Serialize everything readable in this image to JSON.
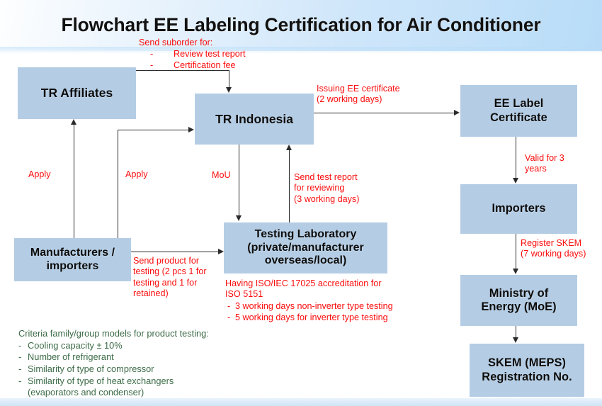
{
  "header": {
    "title": "Flowchart EE Labeling Certification for Air Conditioner"
  },
  "nodes": {
    "tr_affiliates": "TR Affiliates",
    "tr_indonesia": "TR Indonesia",
    "ee_label_certificate": "EE Label\nCertificate",
    "importers": "Importers",
    "ministry_of_energy": "Ministry of\nEnergy (MoE)",
    "skem_registration": "SKEM (MEPS)\nRegistration No.",
    "manufacturers": "Manufacturers /\nimporters",
    "testing_laboratory": "Testing Laboratory\n(private/manufacturer\noverseas/local)"
  },
  "annotations": {
    "send_suborder_title": "Send suborder for:",
    "send_suborder_items": [
      "Review test report",
      "Certification fee"
    ],
    "issuing_certificate": "Issuing EE certificate\n(2 working days)",
    "valid_for": "Valid for 3\nyears",
    "register_skem": "Register SKEM\n(7 working days)",
    "apply_left": "Apply",
    "apply_right": "Apply",
    "mou": "MoU",
    "send_test_report": "Send test report\nfor reviewing\n(3 working days)",
    "send_product": "Send product for\ntesting (2 pcs 1 for\ntesting and 1 for\nretained)",
    "lab_accreditation_title": "Having ISO/IEC 17025 accreditation for\nISO 5151",
    "lab_accreditation_items": [
      "3 working days non-inverter type testing",
      "5 working days for inverter type testing"
    ],
    "criteria_title": "Criteria family/group models for product testing:",
    "criteria_items": [
      "Cooling capacity ± 10%",
      "Number of refrigerant",
      "Similarity of type of compressor",
      "Similarity of type of heat exchangers"
    ],
    "criteria_continuation": "(evaporators and condenser)"
  },
  "colors": {
    "node_fill": "#b4cde5",
    "annotation_red": "#fb0d0d",
    "criteria_green": "#3c6b47",
    "connector": "#2b2b2b",
    "header_blue": "#b8dcf8"
  }
}
